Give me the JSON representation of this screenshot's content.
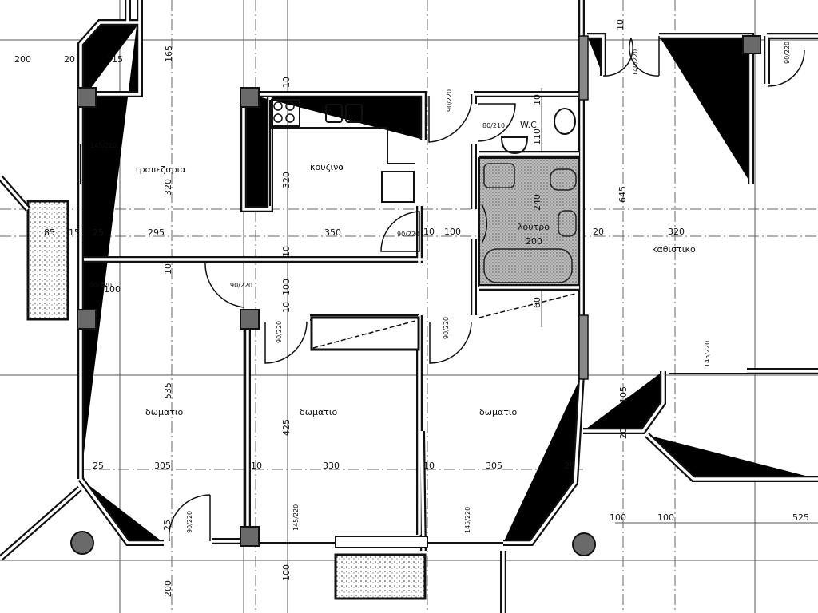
{
  "rooms": {
    "dining": "τραπεζαρια",
    "kitchen": "κουζινα",
    "wc": "W.C.",
    "bathroom": "λουτρο",
    "living": "καθιστικο",
    "bedroom_1": "δωματιο",
    "bedroom_2": "δωματιο",
    "bedroom_3": "δωματιο"
  },
  "dimensions": [
    "200",
    "20",
    "115",
    "165",
    "10",
    "320",
    "320",
    "145/220",
    "85",
    "15",
    "25",
    "295",
    "350",
    "10",
    "10",
    "100",
    "10",
    "90/120",
    "100",
    "90/220",
    "90/220",
    "10",
    "100",
    "80/210",
    "90/220",
    "10",
    "110",
    "240",
    "200",
    "60",
    "20",
    "320",
    "645",
    "10",
    "140/220",
    "90/220",
    "90/220",
    "90/220",
    "535",
    "425",
    "25",
    "305",
    "10",
    "330",
    "10",
    "305",
    "25",
    "105",
    "20",
    "145/220",
    "25",
    "90/220",
    "145/220",
    "145/220",
    "100",
    "100",
    "525",
    "100",
    "200"
  ],
  "colors": {
    "ink": "#111111",
    "hatch": "#6a6a6a",
    "paper": "#ffffff"
  }
}
